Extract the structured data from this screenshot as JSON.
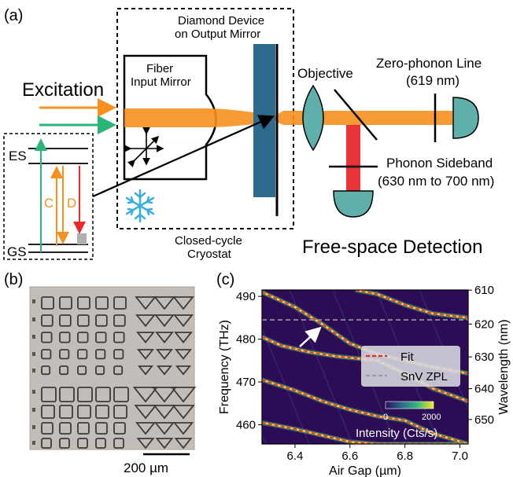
{
  "panel_a": {
    "label": "(a)",
    "excitation": "Excitation",
    "diamond_device": [
      "Diamond Device",
      "on Output Mirror"
    ],
    "fiber_mirror": [
      "Fiber",
      "Input Mirror"
    ],
    "objective": "Objective",
    "zpl": [
      "Zero-phonon Line",
      "(619 nm)"
    ],
    "psb": [
      "Phonon Sideband",
      "(630 nm to 700 nm)"
    ],
    "cryostat": [
      "Closed-cycle",
      "Cryostat"
    ],
    "free_space": "Free-space Detection",
    "energy_levels": {
      "es": "ES",
      "gs": "GS",
      "c": "C",
      "d": "D"
    },
    "colors": {
      "orange": "#f7901e",
      "green": "#2bb47a",
      "red": "#e8282b",
      "teal": "#5fb0aa",
      "device": "#2e6a8e",
      "snow": "#3aaee0"
    }
  },
  "panel_b": {
    "label": "(b)",
    "scale_bar": "200 µm"
  },
  "panel_c": {
    "label": "(c)",
    "ylabel_left": "Frequency (THz)",
    "ylabel_right": "Wavelength (nm)",
    "xlabel": "Air Gap (µm)",
    "legend": {
      "fit": "Fit",
      "zpl": "SnV ZPL"
    },
    "colorbar": {
      "min": "0",
      "max": "2000",
      "label": "Intensity (Cts/s)"
    },
    "chart_data": {
      "type": "heatmap",
      "xlim": [
        6.28,
        7.03
      ],
      "ylim": [
        455.5,
        491.5
      ],
      "x_ticks": [
        "6.4",
        "6.6",
        "6.8",
        "7.0"
      ],
      "x_tick_values": [
        6.4,
        6.6,
        6.8,
        7.0
      ],
      "y_ticks": [
        "460",
        "470",
        "480",
        "490"
      ],
      "y_tick_values": [
        460,
        470,
        480,
        490
      ],
      "wavelength_ticks": [
        "610",
        "620",
        "630",
        "640",
        "650"
      ],
      "wavelength_tick_values": [
        610,
        620,
        630,
        640,
        650
      ],
      "zpl_frequency": 484.5,
      "modes": [
        {
          "x": [
            6.28,
            6.4,
            6.5,
            6.6,
            6.7,
            6.8,
            6.9,
            7.03
          ],
          "y": [
            491.0,
            487.5,
            483.5,
            479.0,
            476.5,
            475.0,
            473.5,
            472.0
          ]
        },
        {
          "x": [
            6.28,
            6.35,
            6.45,
            6.55,
            6.7,
            6.8,
            6.9,
            7.03
          ],
          "y": [
            480.5,
            478.5,
            477.0,
            476.0,
            475.0,
            472.0,
            468.5,
            465.5
          ]
        },
        {
          "x": [
            6.28,
            6.4,
            6.5,
            6.6,
            6.7,
            6.8,
            6.9,
            7.03
          ],
          "y": [
            470.5,
            468.0,
            465.5,
            463.5,
            462.0,
            461.0,
            458.0,
            455.5
          ]
        },
        {
          "x": [
            6.28,
            6.4,
            6.5,
            6.6,
            6.7,
            6.8,
            6.9,
            7.03
          ],
          "y": [
            460.5,
            459.0,
            457.5,
            456.0,
            455.5,
            455.5,
            455.5,
            455.5
          ]
        },
        {
          "x": [
            6.62,
            6.7,
            6.8,
            6.9,
            7.03
          ],
          "y": [
            491.5,
            490.5,
            488.0,
            486.0,
            485.0
          ]
        }
      ]
    }
  }
}
